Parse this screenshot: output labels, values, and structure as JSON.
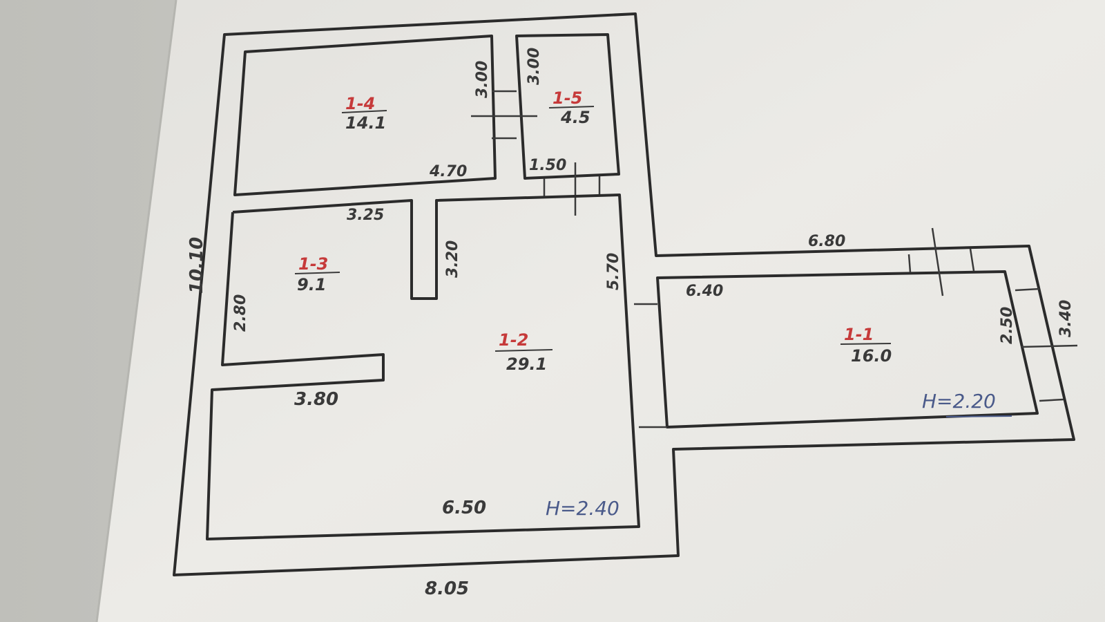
{
  "colors": {
    "paper": "#ecebe7",
    "paper_shadow": "#bdbdb8",
    "wall_ink": "#2b2b2b",
    "label_ink": "#3a3a3a",
    "room_id_ink": "#c63a3a",
    "height_ink": "#4a5a8a"
  },
  "rooms": [
    {
      "id": "1-4",
      "area": "14.1"
    },
    {
      "id": "1-5",
      "area": "4.5"
    },
    {
      "id": "1-3",
      "area": "9.1"
    },
    {
      "id": "1-2",
      "area": "29.1"
    },
    {
      "id": "1-1",
      "area": "16.0"
    }
  ],
  "dimensions": {
    "r14_height": "3.00",
    "r15_height": "3.00",
    "r14_width": "4.70",
    "r15_width": "1.50",
    "r13_width": "3.25",
    "partition_len": "3.20",
    "r12_side": "5.70",
    "total_height": "10.10",
    "r13_height": "2.80",
    "lower_width": "3.80",
    "r12_bottom": "6.50",
    "total_width": "8.05",
    "annex_top": "6.80",
    "r11_width": "6.40",
    "r11_height": "2.50",
    "annex_height": "3.40"
  },
  "heights": {
    "main": "H=2.40",
    "annex": "H=2.20"
  }
}
